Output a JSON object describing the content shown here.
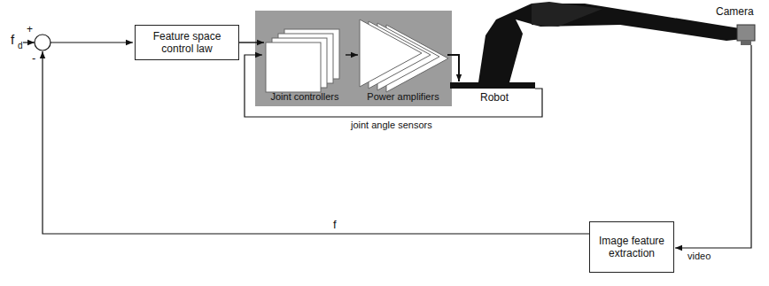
{
  "diagram": {
    "nodes": [
      {
        "text": [
          "Feature space control law"
        ]
      },
      {
        "text": [
          "Joint controllers"
        ]
      },
      {
        "text": [
          "Power amplifiers"
        ]
      },
      {
        "text": [
          "Image feature extraction"
        ]
      }
    ],
    "edges": [
      {
        "from": 0,
        "to": 1,
        "arrow": "to"
      },
      {
        "from": 1,
        "to": 2,
        "arrow": "to"
      }
    ],
    "labels": [
      "f",
      "d",
      "+",
      "-",
      "joint angle sensors",
      "f",
      "video",
      "Robot",
      "Camera"
    ]
  }
}
